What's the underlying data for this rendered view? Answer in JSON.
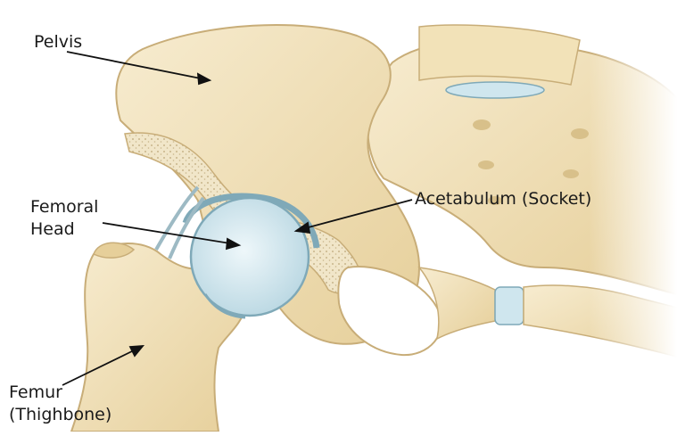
{
  "labels": {
    "pelvis": "Pelvis",
    "femoral_head_line1": "Femoral",
    "femoral_head_line2": "Head",
    "acetabulum": "Acetabulum (Socket)",
    "femur_line1": "Femur",
    "femur_line2": "(Thighbone)"
  },
  "colors": {
    "bone": "#f2e2b8",
    "bone_outline": "#c8ad78",
    "cartilage": "#cfe6ee",
    "cartilage_outline": "#7fa9b8",
    "marrow": "#eee0bf",
    "text": "#1a1a1a",
    "arrow": "#111111"
  }
}
